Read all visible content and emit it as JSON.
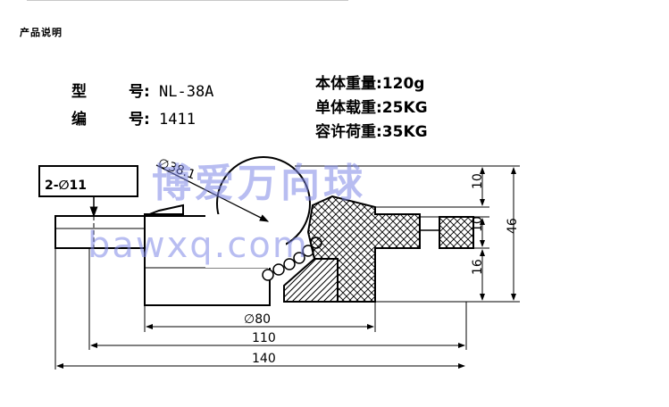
{
  "header": {
    "section_title": "产品说明"
  },
  "specs": {
    "model_label_1": "型",
    "model_label_2": "号:",
    "model_value": "NL-38A",
    "code_label_1": "编",
    "code_label_2": "号:",
    "code_value": "1411",
    "weight": "本体重量:120g",
    "unit_load": "单体载重:25KG",
    "allowable_load": "容许荷重:35KG"
  },
  "drawing": {
    "hole_callout": "2-∅11",
    "ball_diameter": "∅38.1",
    "dim_80": "∅80",
    "dim_110": "110",
    "dim_140": "140",
    "dim_10_top": "10",
    "dim_10_mid": "10",
    "dim_16": "16",
    "dim_46": "46"
  },
  "watermark": {
    "brand_cn": "博爱万向球",
    "brand_url": "bawxq.com"
  },
  "colors": {
    "watermark": "#7d86e6",
    "line": "#000000"
  }
}
